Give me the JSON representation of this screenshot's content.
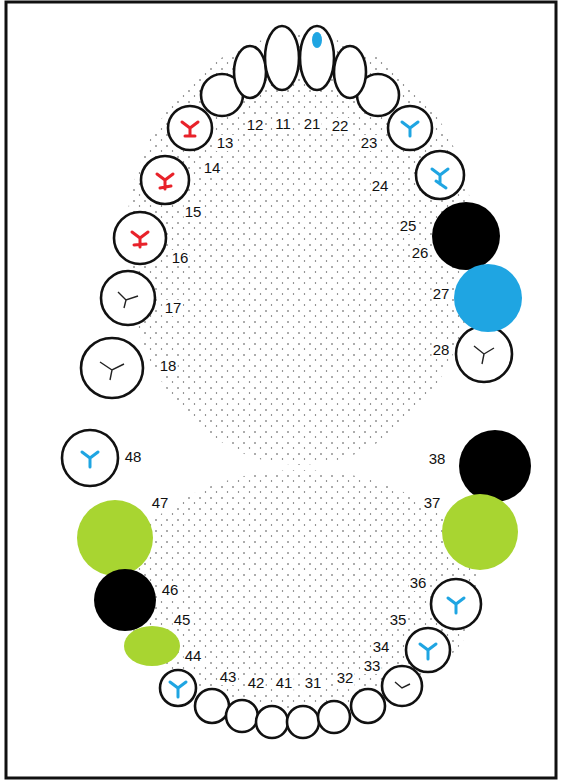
{
  "diagram": {
    "labels": [
      "12",
      "11",
      "21",
      "22",
      "13",
      "23",
      "14",
      "24",
      "15",
      "25",
      "26",
      "16",
      "27",
      "17",
      "28",
      "18",
      "48",
      "38",
      "47",
      "37",
      "36",
      "46",
      "35",
      "45",
      "34",
      "44",
      "33",
      "43",
      "32",
      "42",
      "41",
      "31"
    ]
  }
}
